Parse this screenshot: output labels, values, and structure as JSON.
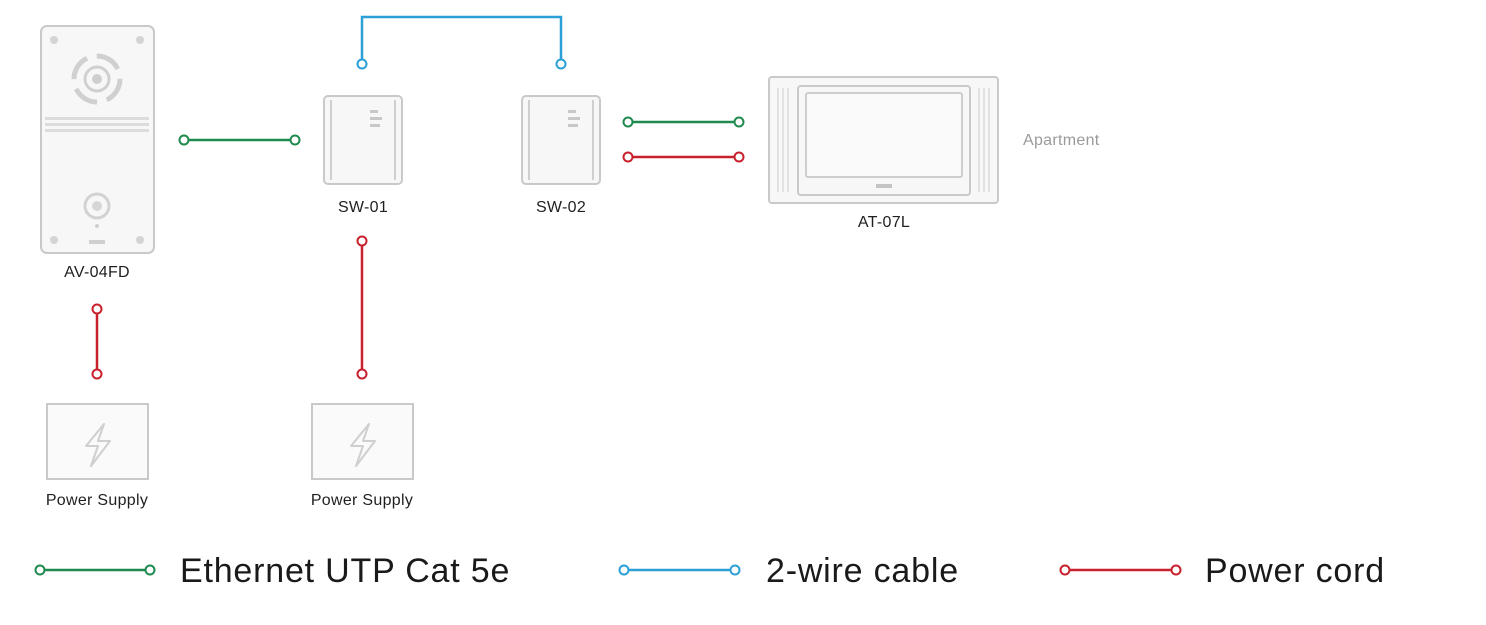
{
  "colors": {
    "ethernet": "#1f8a4e",
    "two_wire": "#2b9fd6",
    "power": "#c8202c",
    "device_stroke": "#c9c9c9",
    "device_fill": "#f7f7f7"
  },
  "devices": {
    "door_station": {
      "label": "AV-04FD",
      "icon": "door-station-icon"
    },
    "switch_1": {
      "label": "SW-01",
      "icon": "switch-icon"
    },
    "switch_2": {
      "label": "SW-02",
      "icon": "switch-icon"
    },
    "monitor": {
      "label": "AT-07L",
      "icon": "monitor-icon"
    },
    "power_supply_1": {
      "label": "Power Supply",
      "icon": "lightning-bolt-icon"
    },
    "power_supply_2": {
      "label": "Power Supply",
      "icon": "lightning-bolt-icon"
    }
  },
  "zone_label": "Apartment",
  "legend": {
    "ethernet": "Ethernet UTP Cat 5e",
    "two_wire": "2-wire cable",
    "power": "Power cord"
  }
}
